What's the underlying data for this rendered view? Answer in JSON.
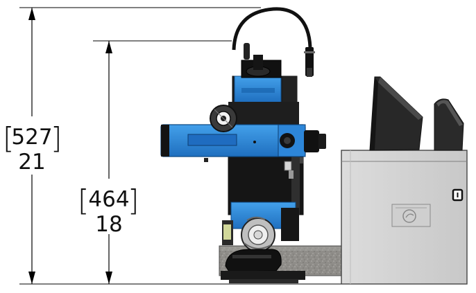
{
  "dimensions": {
    "overall_height": {
      "metric": "527",
      "imperial": "21",
      "bracket_open": "[",
      "bracket_close": "]"
    },
    "head_height": {
      "metric": "464",
      "imperial": "18",
      "bracket_open": "[",
      "bracket_close": "]"
    }
  },
  "colors": {
    "blue": "#2f86d6",
    "blue_dark": "#1f5fa3",
    "black": "#151515",
    "gray_box": "#d4d4d4",
    "gray_box_dark": "#b8b8b8",
    "granite": "#8d8b86",
    "line": "#000000"
  }
}
